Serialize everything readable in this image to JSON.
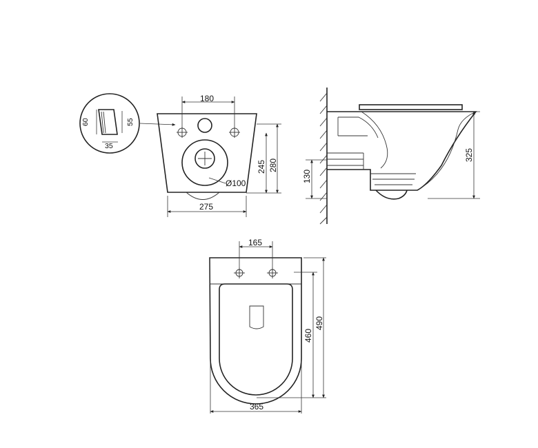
{
  "dimensions": {
    "inlet_height": "60",
    "inlet_inner_height": "55",
    "inlet_depth": "35",
    "bolt_spacing_rear": "180",
    "outlet_height": "245",
    "overall_height_rear": "280",
    "outlet_diameter": "Ø100",
    "rear_width": "275",
    "side_height": "325",
    "side_outlet_height": "130",
    "bolt_spacing_top": "165",
    "seat_length": "460",
    "overall_length": "490",
    "overall_width": "365"
  }
}
